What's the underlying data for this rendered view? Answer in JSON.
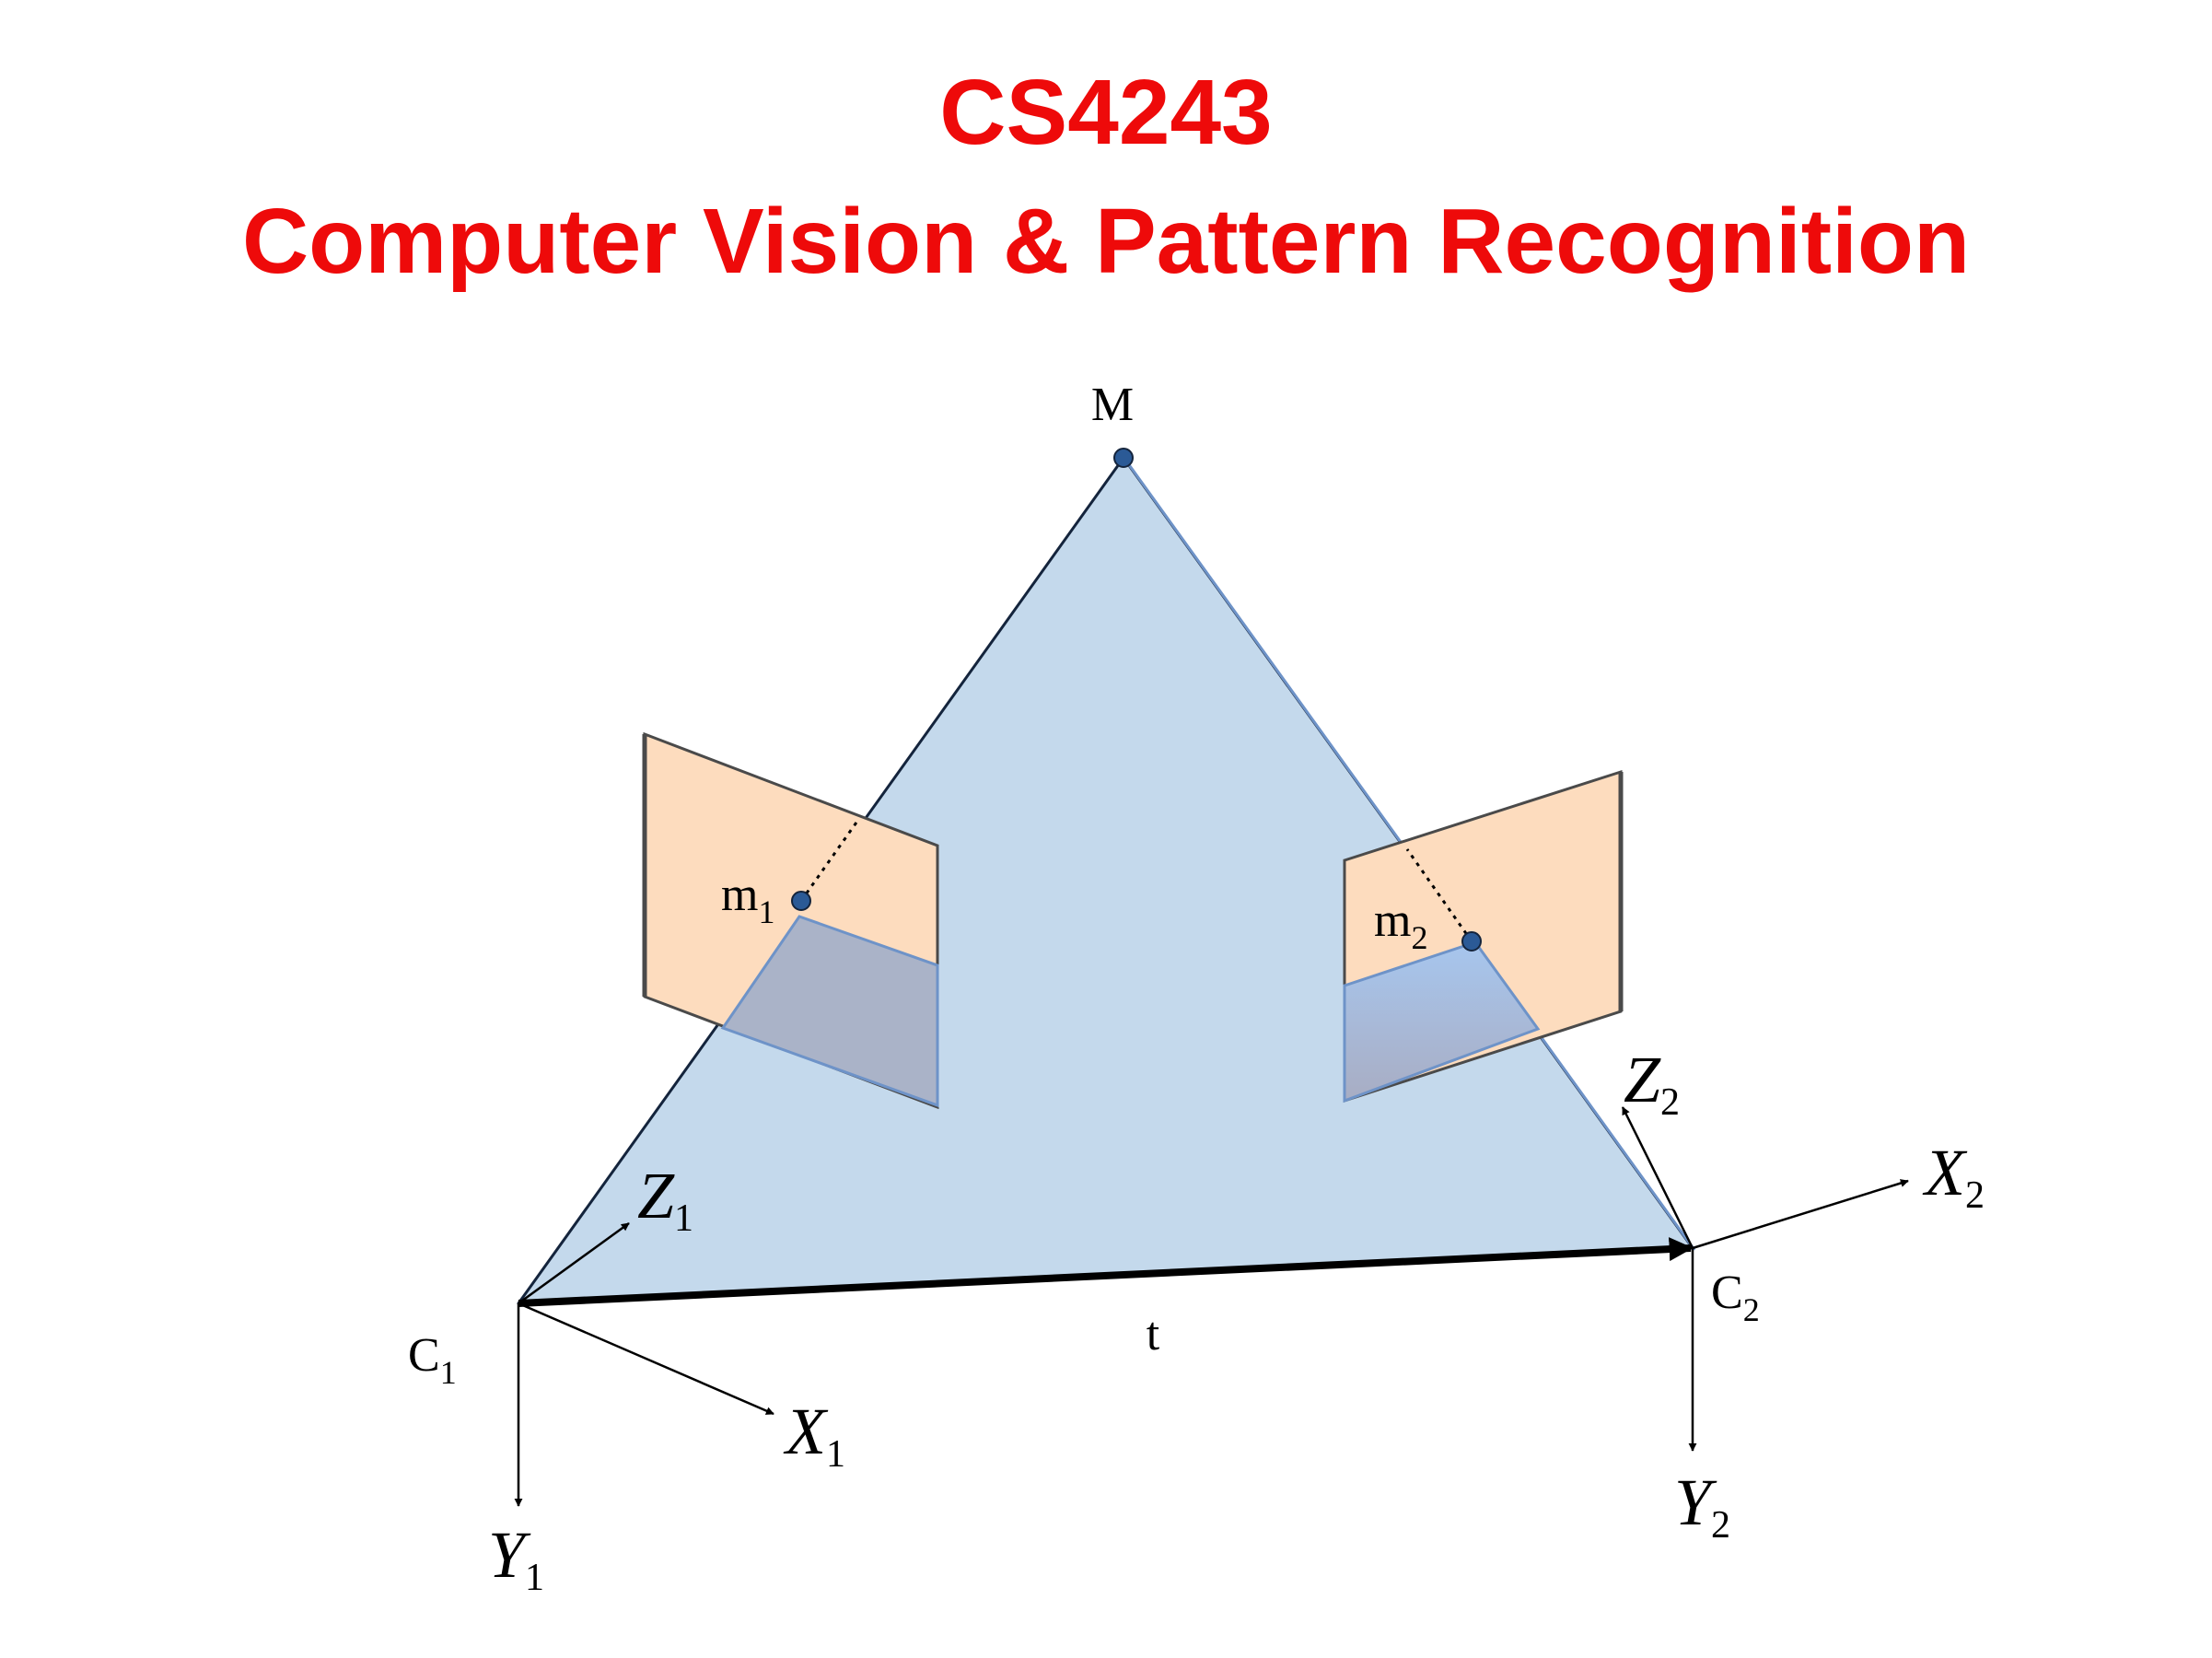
{
  "slide": {
    "course_code": "CS4243",
    "course_title": "Computer Vision & Pattern Recognition"
  },
  "diagram": {
    "point_label": "M",
    "image_points": {
      "left": {
        "base": "m",
        "sub": "1"
      },
      "right": {
        "base": "m",
        "sub": "2"
      }
    },
    "camera_centers": {
      "left": {
        "base": "C",
        "sub": "1"
      },
      "right": {
        "base": "C",
        "sub": "2"
      }
    },
    "baseline_label": "t",
    "axes_left": {
      "x": {
        "base": "X",
        "sub": "1"
      },
      "y": {
        "base": "Y",
        "sub": "1"
      },
      "z": {
        "base": "Z",
        "sub": "1"
      }
    },
    "axes_right": {
      "x": {
        "base": "X",
        "sub": "2"
      },
      "y": {
        "base": "Y",
        "sub": "2"
      },
      "z": {
        "base": "Z",
        "sub": "2"
      }
    },
    "colors": {
      "epipolar_plane": "#c4d9ec",
      "image_plane": "#fddcbe",
      "point": "#2b5a96",
      "title": "#ee0a0a"
    }
  }
}
